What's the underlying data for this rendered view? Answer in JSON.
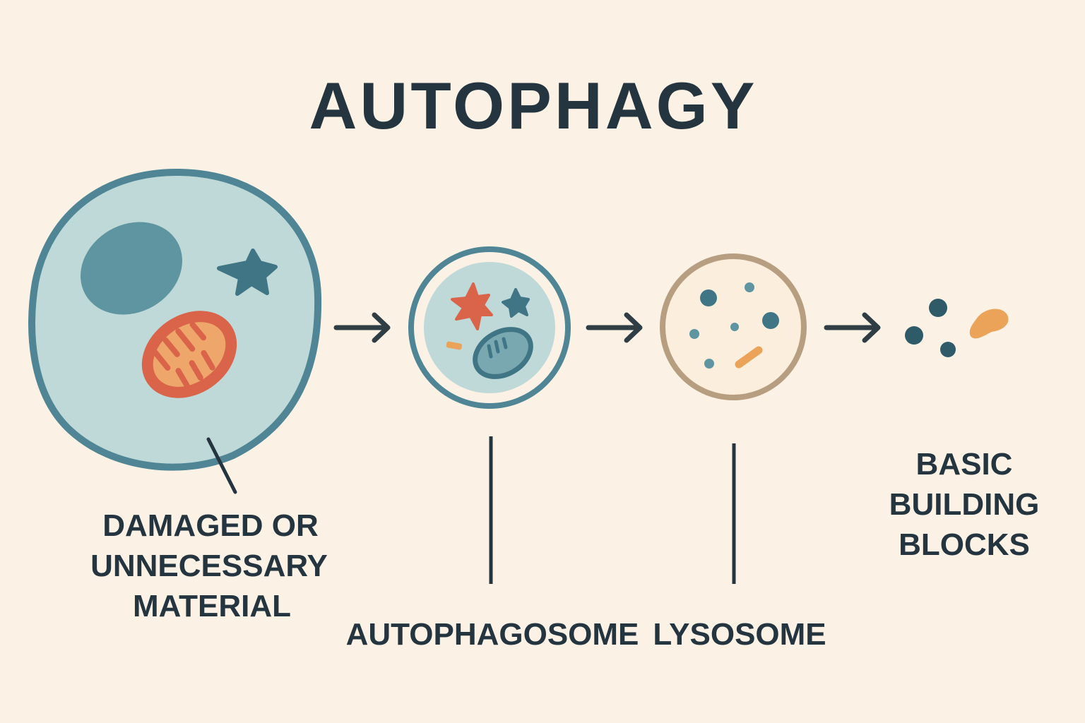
{
  "title": "AUTOPHAGY",
  "labels": {
    "damaged": [
      "DAMAGED OR",
      "UNNECESSARY",
      "MATERIAL"
    ],
    "autophagosome": "AUTOPHAGOSOME",
    "lysosome": "LYSOSOME",
    "building_blocks": [
      "BASIC",
      "BUILDING",
      "BLOCKS"
    ]
  },
  "colors": {
    "background": "#fbf2e5",
    "cell_fill": "#bfd9d8",
    "cell_border": "#4f8594",
    "nucleus": "#5e95a0",
    "dark_teal": "#3f7585",
    "mito_outer": "#d9644a",
    "mito_inner": "#eea66a",
    "lysosome_border": "#b89e80",
    "lysosome_fill": "#fbeedd",
    "ink": "#253540",
    "orange": "#eba35a"
  }
}
